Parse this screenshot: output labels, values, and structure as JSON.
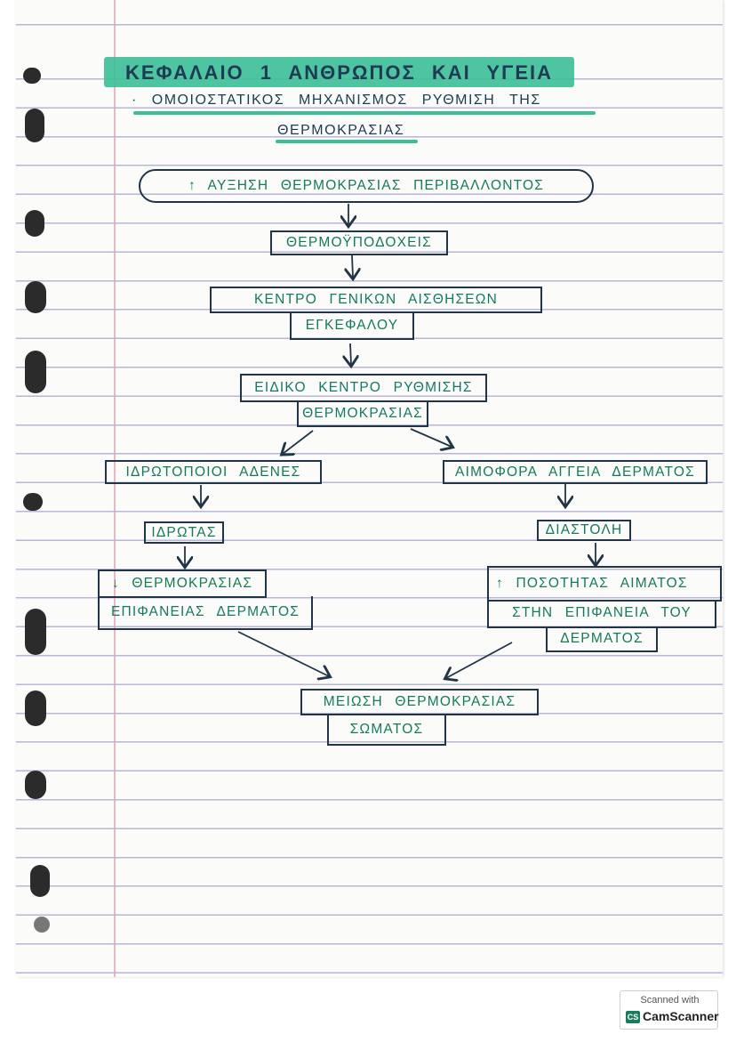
{
  "title": "ΚΕΦΑΛΑΙΟ 1   ΑΝΘΡΩΠΟΣ ΚΑΙ ΥΓΕΙΑ",
  "subtitle": "· ΟΜΟΙΟΣΤΑΤΙΚΟΣ ΜΗΧΑΝΙΣΜΟΣ ΡΥΘΜΙΣΗ ΤΗΣ",
  "subtitle2": "ΘΕΡΜΟΚΡΑΣΙΑΣ",
  "nodes": {
    "increase": "↑ ΑΥΞΗΣΗ ΘΕΡΜΟΚΡΑΣΙΑΣ ΠΕΡΙΒΑΛΛΟΝΤΟΣ",
    "receptors": "ΘΕΡΜΟΫΠΟΔΟΧΕΙΣ",
    "center_line1": "ΚΕΝΤΡΟ   ΓΕΝΙΚΩΝ ΑΙΣΘΗΣΕΩΝ",
    "center_line2": "ΕΓΚΕΦΑΛΟΥ",
    "special_line1": "ΕΙΔΙΚΟ ΚΕΝΤΡΟ ΡΥΘΜΙΣΗΣ",
    "special_line2": "ΘΕΡΜΟΚΡΑΣΙΑΣ",
    "sweat_glands": "ΙΔΡΩΤΟΠΟΙΟΙ ΑΔΕΝΕΣ",
    "sweat": "ΙΔΡΩΤΑΣ",
    "temp_line1": "↓ ΘΕΡΜΟΚΡΑΣΙΑΣ",
    "temp_line2": "ΕΠΙΦΑΝΕΙΑΣ ΔΕΡΜΑΤΟΣ",
    "vessels": "ΑΙΜΟΦΟΡΑ ΑΓΓΕΙΑ ΔΕΡΜΑΤΟΣ",
    "dilation": "ΔΙΑΣΤΟΛΗ",
    "blood_line1": "↑ ΠΟΣΟΤΗΤΑΣ ΑΙΜΑΤΟΣ",
    "blood_line2": "ΣΤΗΝ ΕΠΙΦΑΝΕΙΑ ΤΟΥ",
    "blood_line3": "ΔΕΡΜΑΤΟΣ",
    "decrease_line1": "ΜΕΙΩΣΗ ΘΕΡΜΟΚΡΑΣΙΑΣ",
    "decrease_line2": "ΣΩΜΑΤΟΣ"
  },
  "watermark": {
    "top": "Scanned with",
    "badge": "CS",
    "brand": "CamScanner"
  },
  "colors": {
    "highlight": "#3bbf96",
    "ink": "#157a5a",
    "border": "#213547"
  }
}
